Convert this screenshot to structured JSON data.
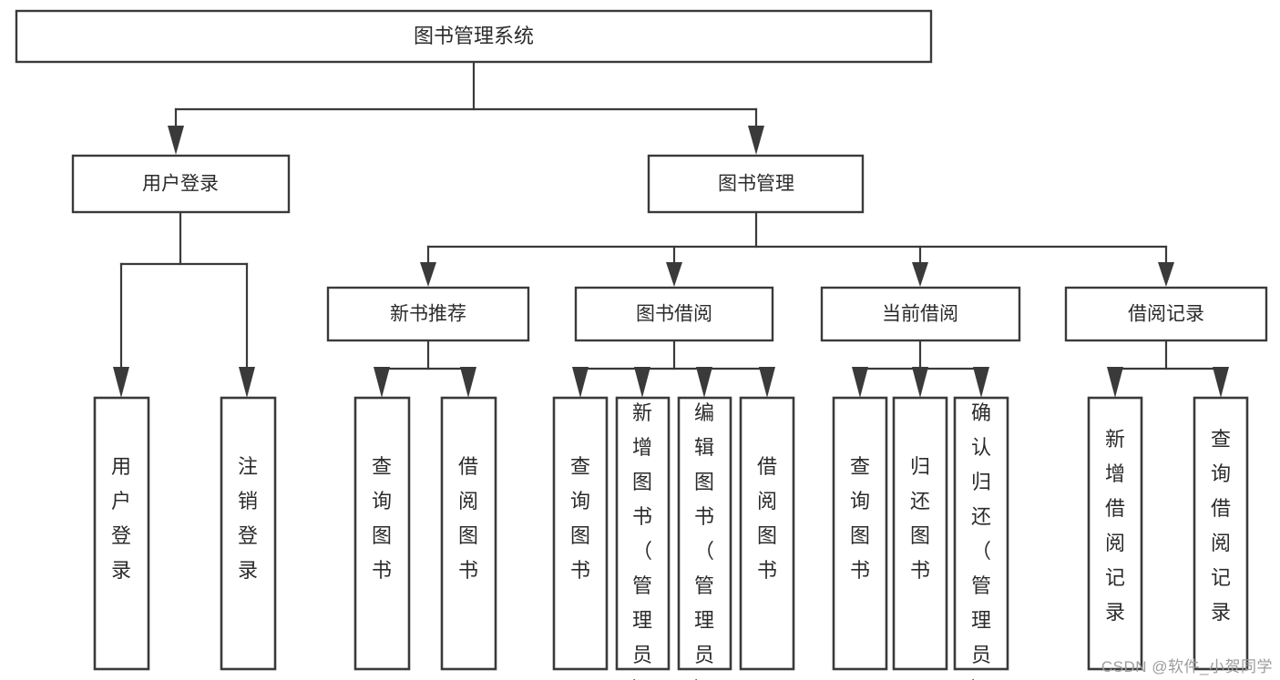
{
  "diagram": {
    "title": "图书管理系统",
    "watermark": "CSDN @软件_小贺同学",
    "colors": {
      "background": "#ffffff",
      "stroke": "#3a3a3a",
      "text": "#2b2b2b",
      "watermark": "#9c9c9c"
    },
    "root": {
      "label": "图书管理系统"
    },
    "level1": [
      {
        "label": "用户登录"
      },
      {
        "label": "图书管理"
      }
    ],
    "level2": [
      {
        "label": "新书推荐"
      },
      {
        "label": "图书借阅"
      },
      {
        "label": "当前借阅"
      },
      {
        "label": "借阅记录"
      }
    ],
    "leaves": {
      "user_login": [
        {
          "label": "用户登录"
        },
        {
          "label": "注销登录"
        }
      ],
      "new_book_recommend": [
        {
          "label": "查询图书"
        },
        {
          "label": "借阅图书"
        }
      ],
      "book_borrow": [
        {
          "label": "查询图书"
        },
        {
          "label": "新增图书（管理员）"
        },
        {
          "label": "编辑图书（管理员）"
        },
        {
          "label": "借阅图书"
        }
      ],
      "current_borrow": [
        {
          "label": "查询图书"
        },
        {
          "label": "归还图书"
        },
        {
          "label": "确认归还（管理员）"
        }
      ],
      "borrow_record": [
        {
          "label": "新增借阅记录"
        },
        {
          "label": "查询借阅记录"
        }
      ]
    }
  }
}
